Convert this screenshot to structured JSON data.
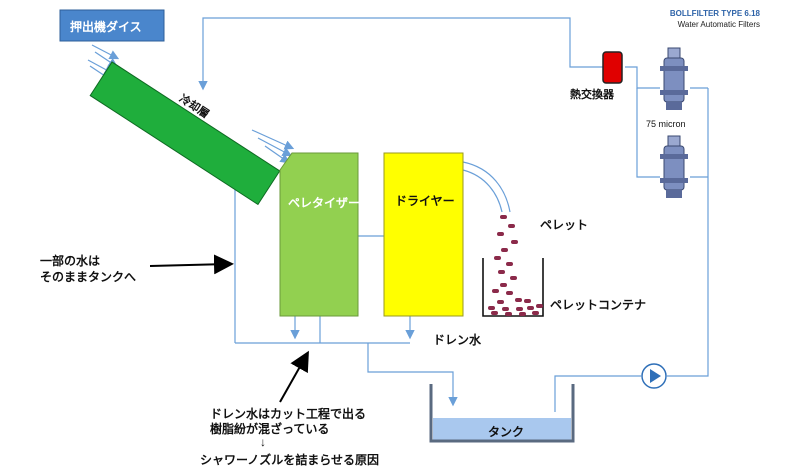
{
  "header": {
    "title": "BOLLFILTER TYPE 6.18",
    "subtitle": "Water Automatic Filters"
  },
  "blocks": {
    "extruder_die": "押出機ダイス",
    "cooling_bath": "冷却層",
    "pelletizer": "ペレタイザー",
    "dryer": "ドライヤー",
    "tank": "タンク",
    "heat_exchanger": "熱交換器"
  },
  "labels": {
    "pellets": "ペレット",
    "pellet_container": "ペレットコンテナ",
    "drain_water": "ドレン水",
    "filter_micron": "75 micron",
    "note_left_1": "一部の水は",
    "note_left_2": "そのままタンクへ",
    "note_bottom_1": "ドレン水はカット工程で出る",
    "note_bottom_2": "樹脂紛が混ざっている",
    "note_arrow": "↓",
    "note_bottom_3": "シャワーノズルを詰まらせる原因"
  },
  "colors": {
    "pipe": "#6a9fd8",
    "extruder": "#4a86cc",
    "cooling": "#1fae3c",
    "pelletizer": "#92d050",
    "dryer": "#ffff00",
    "tank_water": "#a9c8ee",
    "pellet": "#8b2a4a",
    "heater": "#e00000",
    "filter": "#7d8fc0"
  }
}
